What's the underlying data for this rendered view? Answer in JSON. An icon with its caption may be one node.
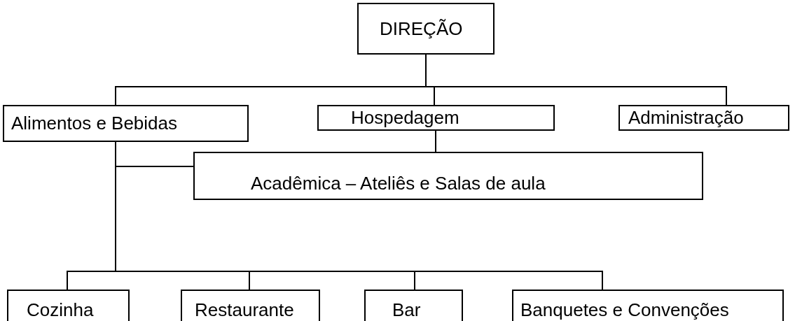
{
  "diagram": {
    "nodes": [
      {
        "text": [
          "DIREÇÃO"
        ]
      },
      {
        "text": [
          "Alimentos e Bebidas"
        ]
      },
      {
        "text": [
          "Hospedagem"
        ]
      },
      {
        "text": [
          "Administração"
        ]
      },
      {
        "text": [
          "Acadêmica – Ateliês e Salas de aula"
        ]
      },
      {
        "text": [
          "Cozinha"
        ]
      },
      {
        "text": [
          "Restaurante"
        ]
      },
      {
        "text": [
          "Bar"
        ]
      },
      {
        "text": [
          "Banquetes e Convenções"
        ]
      }
    ],
    "edges": [
      {
        "from": 0,
        "to": 1,
        "arrow": "none"
      },
      {
        "from": 0,
        "to": 2,
        "arrow": "none"
      },
      {
        "from": 0,
        "to": 3,
        "arrow": "none"
      },
      {
        "from": 2,
        "to": 4,
        "arrow": "none"
      },
      {
        "from": 1,
        "to": 4,
        "arrow": "none"
      },
      {
        "from": 1,
        "to": 5,
        "arrow": "none"
      },
      {
        "from": 1,
        "to": 6,
        "arrow": "none"
      },
      {
        "from": 1,
        "to": 7,
        "arrow": "none"
      },
      {
        "from": 1,
        "to": 8,
        "arrow": "none"
      }
    ]
  }
}
